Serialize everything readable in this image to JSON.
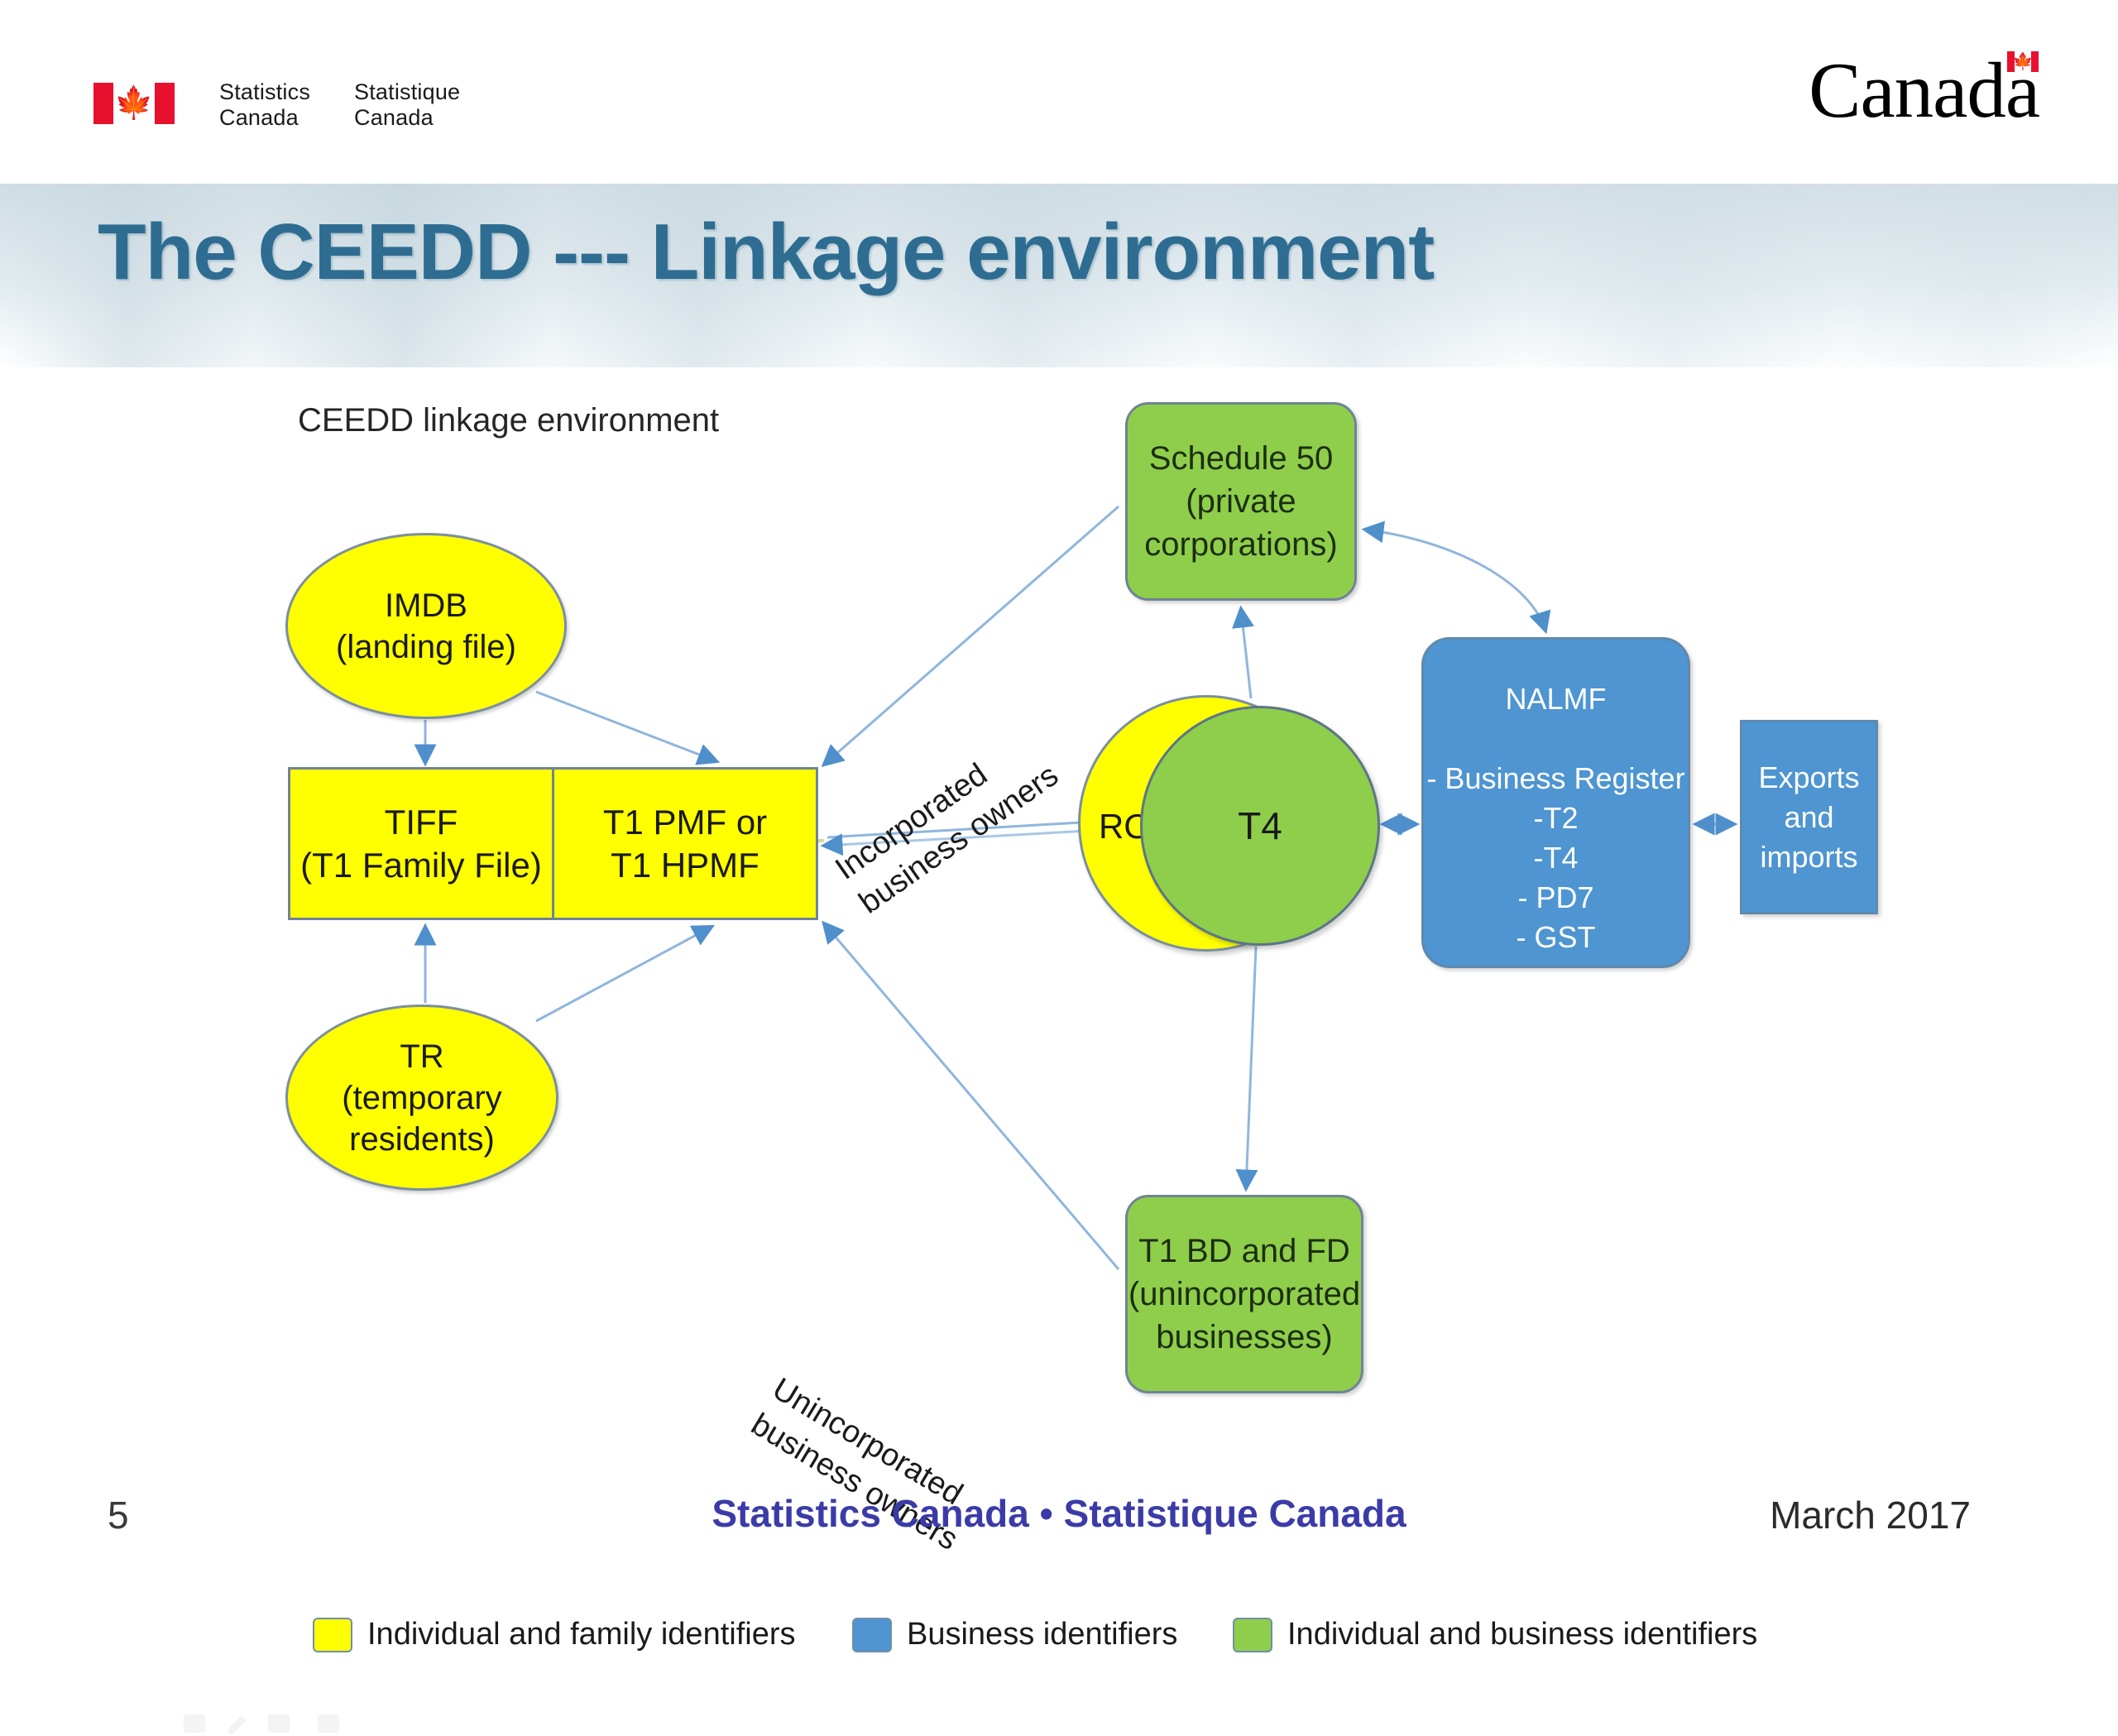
{
  "header": {
    "flag_icon": "canada-flag-icon",
    "wordmark_en_line1": "Statistics",
    "wordmark_en_line2": "Canada",
    "wordmark_fr_line1": "Statistique",
    "wordmark_fr_line2": "Canada",
    "canada_wordmark": "Canada"
  },
  "slide": {
    "title": "The CEEDD --- Linkage environment",
    "title_color": "#2e6d91"
  },
  "diagram": {
    "caption": "CEEDD linkage environment",
    "nodes": {
      "imdb": "IMDB\n(landing file)",
      "tr": "TR\n(temporary\nresidents)",
      "tiff": "TIFF\n(T1 Family File)",
      "t1pmf": "T1 PMF or\nT1 HPMF",
      "schedule50": "Schedule 50\n(private\ncorporations)",
      "t1bdfd": "T1 BD and FD\n(unincorporated\nbusinesses)",
      "roe": "ROE",
      "t4": "T4",
      "nalmf": "NALMF\n\n- Business Register\n-T2\n-T4\n- PD7\n- GST",
      "exports": "Exports\nand\nimports"
    },
    "edge_labels": {
      "incorporated": "Incorporated\nbusiness owners",
      "unincorporated": "Unincorporated\nbusiness owners"
    },
    "colors": {
      "yellow": "#ffff00",
      "green": "#8fce4b",
      "blue": "#4e95d1",
      "outline": "#6f8496",
      "arrow": "#7aa9d6"
    }
  },
  "legend": [
    {
      "color": "#ffff00",
      "label": "Individual and family identifiers"
    },
    {
      "color": "#4e95d1",
      "label": "Business identifiers"
    },
    {
      "color": "#8fce4b",
      "label": "Individual and business identifiers"
    }
  ],
  "footer": {
    "page_number": "5",
    "center": "Statistics Canada • Statistique Canada",
    "date": "March 2017"
  }
}
